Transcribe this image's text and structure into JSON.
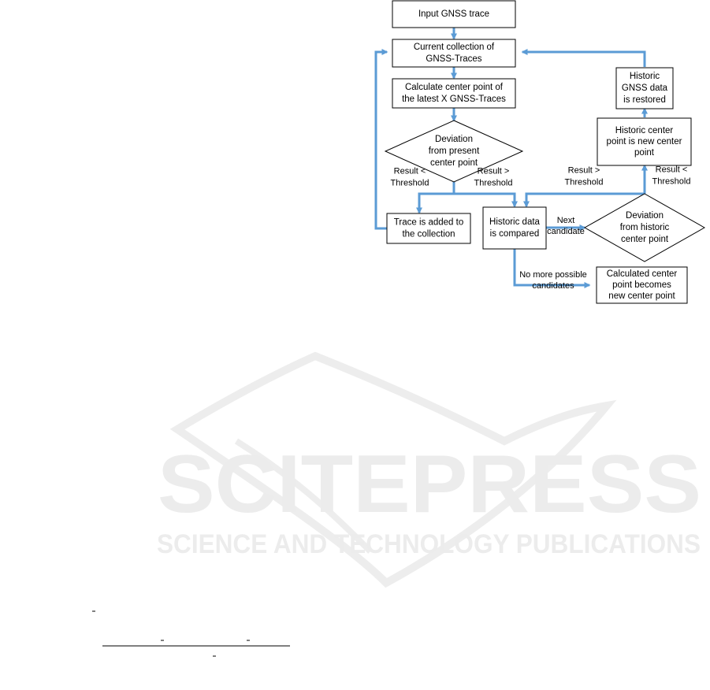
{
  "diagram": {
    "nodes": [
      {
        "id": "input",
        "shape": "rect",
        "lines": [
          "Input GNSS trace"
        ]
      },
      {
        "id": "collection",
        "shape": "rect",
        "lines": [
          "Current collection of",
          "GNSS-Traces"
        ]
      },
      {
        "id": "calc",
        "shape": "rect",
        "lines": [
          "Calculate center point of",
          "the latest X GNSS-Traces"
        ]
      },
      {
        "id": "dev-present",
        "shape": "diamond",
        "lines": [
          "Deviation",
          "from present",
          "center point"
        ]
      },
      {
        "id": "added",
        "shape": "rect",
        "lines": [
          "Trace is added to",
          "the collection"
        ]
      },
      {
        "id": "historic-compared",
        "shape": "rect",
        "lines": [
          "Historic data",
          "is compared"
        ]
      },
      {
        "id": "dev-historic",
        "shape": "diamond",
        "lines": [
          "Deviation",
          "from historic",
          "center point"
        ]
      },
      {
        "id": "calc-new",
        "shape": "rect",
        "lines": [
          "Calculated center",
          "point becomes",
          "new center point"
        ]
      },
      {
        "id": "historic-center",
        "shape": "rect",
        "lines": [
          "Historic center",
          "point is new center",
          "point"
        ]
      },
      {
        "id": "historic-restored",
        "shape": "rect",
        "lines": [
          "Historic",
          "GNSS data",
          "is restored"
        ]
      }
    ],
    "edge_labels": [
      {
        "id": "result-lt-1",
        "lines": [
          "Result <",
          "Threshold"
        ]
      },
      {
        "id": "result-gt-1",
        "lines": [
          "Result >",
          "Threshold"
        ]
      },
      {
        "id": "result-gt-2",
        "lines": [
          "Result >",
          "Threshold"
        ]
      },
      {
        "id": "result-lt-2",
        "lines": [
          "Result <",
          "Threshold"
        ]
      },
      {
        "id": "next-candidate",
        "lines": [
          "Next",
          "candidate"
        ]
      },
      {
        "id": "no-more",
        "lines": [
          "No more possible",
          "candidates"
        ]
      }
    ]
  },
  "watermark": {
    "brand": "SCITEPRESS",
    "tagline": "SCIENCE AND TECHNOLOGY PUBLICATIONS"
  },
  "colors": {
    "arrow": "#5b9bd5",
    "watermark": "#ececec",
    "node_border": "#000000"
  }
}
